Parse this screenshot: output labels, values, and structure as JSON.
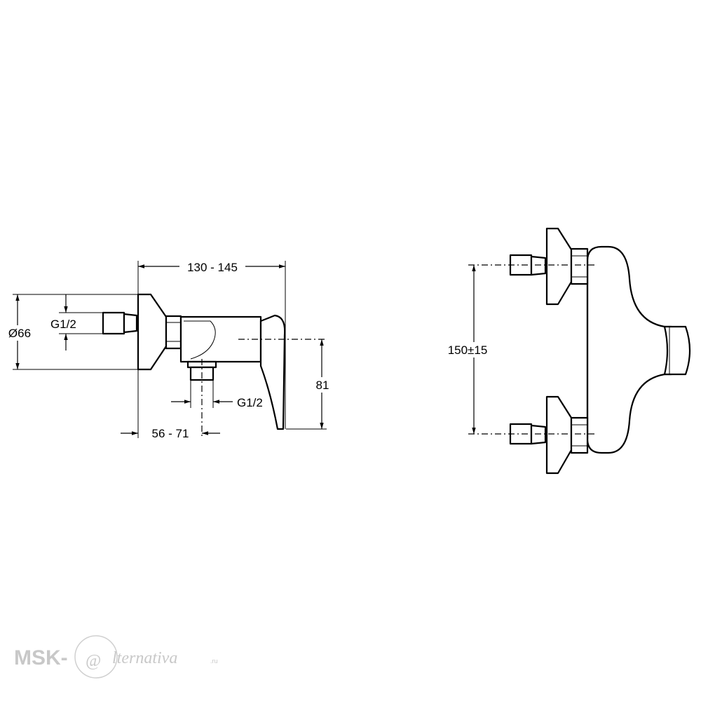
{
  "side_view": {
    "dim_overall_length": "130 - 145",
    "dim_flange_diameter": "Ø66",
    "dim_inlet_thread": "G1/2",
    "dim_outlet_thread": "G1/2",
    "dim_wall_to_outlet": "56 - 71",
    "dim_height": "81"
  },
  "front_view": {
    "dim_inlet_spacing": "150±15"
  },
  "watermark": {
    "brand_left": "MSK-",
    "brand_at": "@",
    "brand_right": "lternativa",
    "brand_suffix": ".ru"
  }
}
